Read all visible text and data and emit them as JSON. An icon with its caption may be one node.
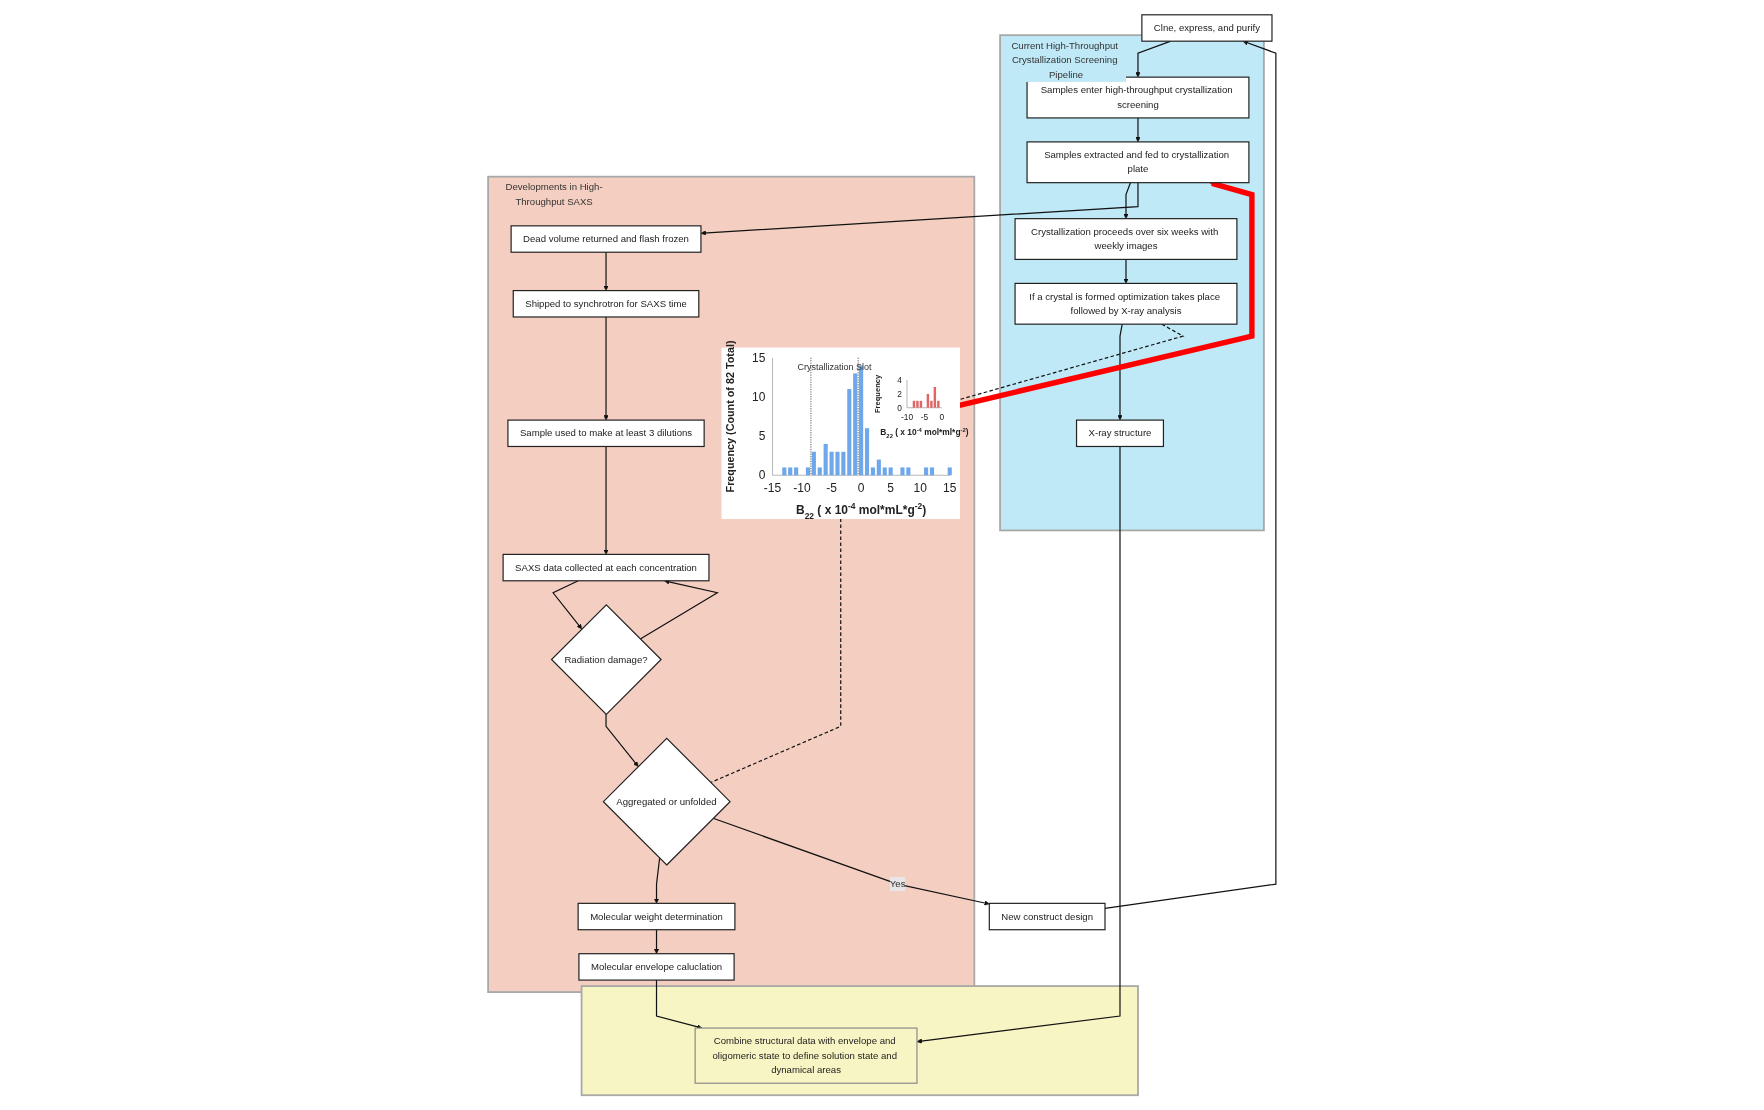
{
  "diagram": {
    "nodes": [
      {
        "text": [
          "Clne, express, and purify"
        ]
      },
      {
        "text": [
          "Current High-Throughput Crystallization Screening Pipeline"
        ]
      },
      {
        "text": [
          "Samples enter high-throughput crystallization screening"
        ],
        "in": 1
      },
      {
        "text": [
          "Samples extracted and fed to crystallization plate"
        ],
        "in": 1
      },
      {
        "text": [
          "Crystallization proceeds over six weeks with weekly images"
        ],
        "in": 1
      },
      {
        "text": [
          "If a crystal is formed optimization takes place followed by X-ray analysis"
        ],
        "in": 1
      },
      {
        "text": [
          "X-ray structure"
        ],
        "in": 1
      },
      {
        "text": [],
        "shape": "box"
      },
      {
        "text": [
          "Combine structural data with envelope and oligomeric state to define solution state and dynamical areas"
        ],
        "in": 7
      },
      {
        "text": [
          "Developments in High-Throughput SAXS"
        ]
      },
      {
        "text": [
          "Dead volume returned and flash frozen"
        ],
        "in": 9
      },
      {
        "text": [
          "Shipped to synchrotron for SAXS time"
        ],
        "in": 9
      },
      {
        "text": [
          "Sample used to make at least 3 dilutions"
        ],
        "in": 9
      },
      {
        "text": [
          "SAXS data collected at each concentration"
        ],
        "in": 9
      },
      {
        "text": [
          "Radiation damage?"
        ],
        "in": 9
      },
      {
        "text": [
          "Aggregated or unfolded"
        ],
        "in": 9
      },
      {
        "text": [
          "Molecular weight determination"
        ],
        "in": 9
      },
      {
        "text": [
          "Molecular envelope caluclation"
        ],
        "in": 9
      },
      {
        "text": [],
        "shape": "picture",
        "in": 9
      },
      {
        "text": [
          "New construct design"
        ]
      }
    ],
    "edges": [
      {
        "from": 0,
        "to": 2,
        "arrow": "to"
      },
      {
        "from": 2,
        "to": 3,
        "arrow": "to"
      },
      {
        "from": 3,
        "to": 4,
        "arrow": "to"
      },
      {
        "from": 4,
        "to": 5,
        "arrow": "to"
      },
      {
        "from": 5,
        "to": 6,
        "arrow": "to"
      },
      {
        "from": 6,
        "to": 8,
        "arrow": "to"
      },
      {
        "from": 3,
        "to": 10,
        "arrow": "to"
      },
      {
        "from": 10,
        "to": 11,
        "arrow": "to"
      },
      {
        "from": 11,
        "to": 12,
        "arrow": "to"
      },
      {
        "from": 12,
        "to": 13,
        "arrow": "to"
      },
      {
        "from": 13,
        "to": 14,
        "arrow": "to"
      },
      {
        "from": 14,
        "to": 13,
        "arrow": "to"
      },
      {
        "from": 14,
        "to": 15,
        "arrow": "to"
      },
      {
        "from": 15,
        "to": 16,
        "arrow": "to"
      },
      {
        "from": 16,
        "to": 17,
        "arrow": "to"
      },
      {
        "from": 17,
        "to": 8,
        "arrow": "to"
      },
      {
        "from": 15,
        "to": 19,
        "arrow": "to",
        "label": "Yes"
      },
      {
        "from": 19,
        "to": 0,
        "arrow": "to"
      },
      {
        "from": 5,
        "to": 18,
        "arrow": "none",
        "style": "dashed"
      },
      {
        "from": 18,
        "to": 15,
        "arrow": "none",
        "style": "dashed"
      },
      {
        "from": 18,
        "to": 3,
        "arrow": "to",
        "style": "thick",
        "color": "#ff0000"
      }
    ],
    "chart_data": [
      {
        "type": "bar",
        "xlabel": "B$_{22}$ ( x 10$^{-4}$ mol*mL*g$^{-2}$)",
        "ylabel": "Frequency (Count of 82 Total)",
        "x": [
          -13,
          -12,
          -11,
          -9,
          -8,
          -7,
          -6,
          -5,
          -4,
          -3,
          -2,
          -1,
          0,
          1,
          2,
          3,
          4,
          5,
          7,
          8,
          11,
          12,
          15
        ],
        "series": [
          {
            "color": "#6fa8ea",
            "values": [
              1,
              1,
              1,
              1,
              3,
              1,
              4,
              3,
              3,
              3,
              11,
              13,
              14,
              6,
              1,
              2,
              1,
              1,
              1,
              1,
              1,
              1,
              1
            ]
          }
        ],
        "xlim": [
          -15,
          15
        ],
        "ylim": [
          0,
          15
        ],
        "xticks": [
          -15,
          -10,
          -5,
          0,
          5,
          10,
          15
        ],
        "yticks": [
          0,
          5,
          10,
          15
        ],
        "ref_lines": [
          {
            "axis": "x",
            "value": -8.5
          },
          {
            "axis": "x",
            "value": -0.5
          }
        ],
        "annotations": [
          "Crystallization Slot"
        ]
      },
      {
        "type": "bar",
        "xlabel": "B$_{22}$ ( x 10$^{-4}$ mol*ml*g$^{-2}$)",
        "ylabel": "Frequency",
        "x": [
          -8,
          -7,
          -6,
          -4,
          -3,
          -2,
          -1
        ],
        "series": [
          {
            "color": "#e06666",
            "values": [
              1,
              1,
              1,
              2,
              1,
              3,
              1
            ]
          }
        ],
        "xlim": [
          -10,
          0
        ],
        "ylim": [
          0,
          4
        ],
        "xticks": [
          -10,
          -5,
          0
        ],
        "yticks": [
          0,
          2,
          4
        ]
      }
    ]
  }
}
